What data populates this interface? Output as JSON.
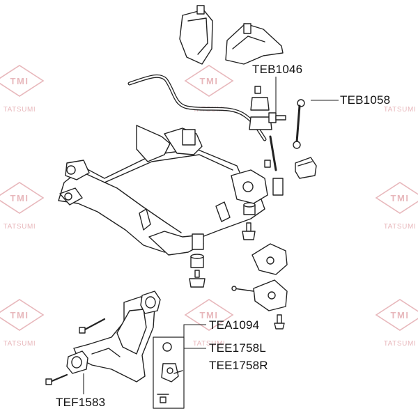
{
  "watermark": {
    "logo_text": "TMI",
    "brand_text": "TATSUMI",
    "color": "#e8b8bc"
  },
  "callouts": {
    "teb1046": "TEB1046",
    "teb1058": "TEB1058",
    "tea1094": "TEA1094",
    "tee1758l": "TEE1758L",
    "tee1758r": "TEE1758R",
    "tef1583": "TEF1583"
  },
  "colors": {
    "line": "#222222",
    "fill": "#ffffff",
    "shade": "#bdbdbd"
  }
}
